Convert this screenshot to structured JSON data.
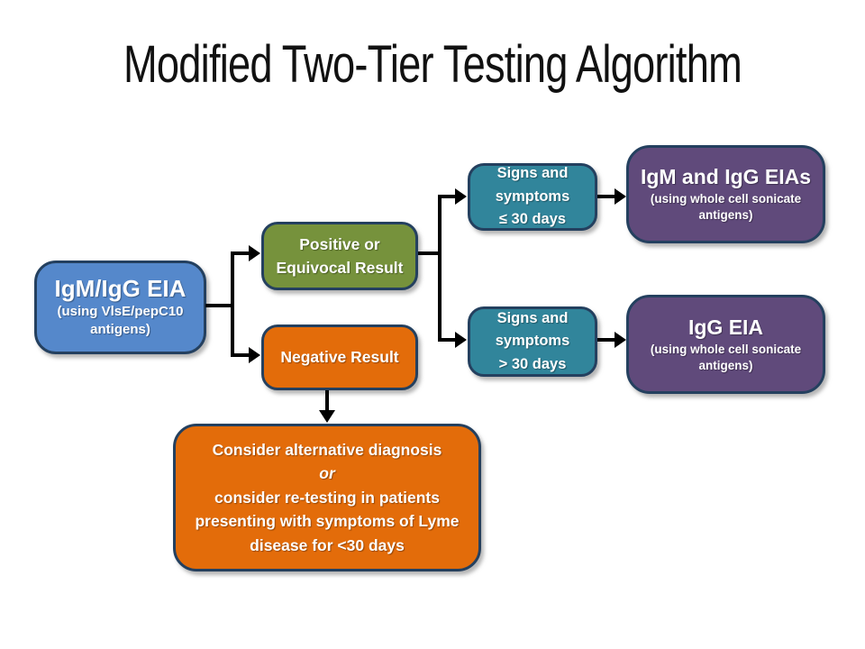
{
  "title": "Modified Two-Tier Testing Algorithm",
  "colors": {
    "blue": "#5588CB",
    "green": "#76923C",
    "orange": "#E36C0A",
    "teal": "#31859B",
    "purple": "#604A7B",
    "node-border": "#24405F",
    "connector": "#000000"
  },
  "nodes": {
    "initial_test": {
      "name": "IgM/IgG EIA",
      "detail_line1": "(using VlsE/pepC10",
      "detail_line2": "antigens)"
    },
    "positive_result": {
      "line1": "Positive or",
      "line2": "Equivocal Result"
    },
    "negative_result": {
      "label": "Negative Result"
    },
    "early_signs": {
      "line1": "Signs and",
      "line2": "symptoms",
      "line3": "≤ 30 days"
    },
    "late_signs": {
      "line1": "Signs and",
      "line2": "symptoms",
      "line3": "> 30 days"
    },
    "igm_igg_eias": {
      "name": "IgM and IgG EIAs",
      "detail_line1": "(using whole cell sonicate",
      "detail_line2": "antigens)"
    },
    "igg_eia": {
      "name": "IgG EIA",
      "detail_line1": "(using whole cell sonicate",
      "detail_line2": "antigens)"
    },
    "consider_alternative": {
      "line1": "Consider alternative diagnosis",
      "line2": "or",
      "line3": "consider re-testing in patients",
      "line4": "presenting with symptoms of Lyme",
      "line5": "disease for <30 days"
    }
  }
}
